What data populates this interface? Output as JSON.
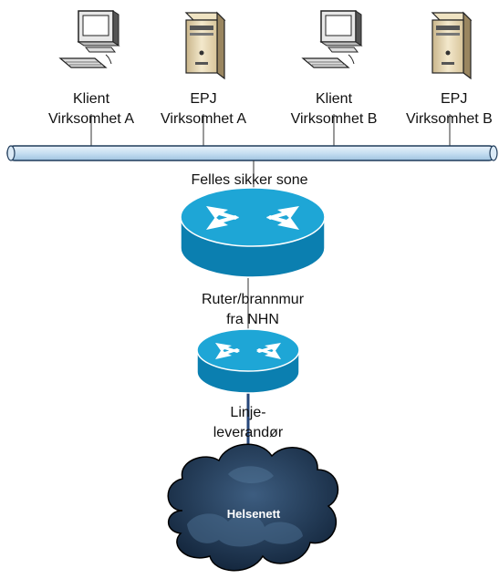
{
  "nodes": {
    "client_a": {
      "line1": "Klient",
      "line2": "Virksomhet A",
      "icon": "workstation-icon"
    },
    "epj_a": {
      "line1": "EPJ",
      "line2": "Virksomhet A",
      "icon": "server-icon"
    },
    "client_b": {
      "line1": "Klient",
      "line2": "Virksomhet B",
      "icon": "workstation-icon"
    },
    "epj_b": {
      "line1": "EPJ",
      "line2": "Virksomhet B",
      "icon": "server-icon"
    }
  },
  "bus": {
    "label": "Felles sikker sone"
  },
  "router_nhn": {
    "line1": "Ruter/brannmur",
    "line2": "fra NHN",
    "icon": "router-icon"
  },
  "router_line": {
    "line1": "Linje-",
    "line2": "leverandør",
    "icon": "router-icon"
  },
  "cloud": {
    "label": "Helsenett",
    "icon": "cloud-icon"
  },
  "colors": {
    "bus_fill": "#c7dff2",
    "router_top": "#1ea6d6",
    "router_side": "#0b7fb0",
    "cloud_dark": "#152840",
    "cloud_light": "#3a5877"
  }
}
